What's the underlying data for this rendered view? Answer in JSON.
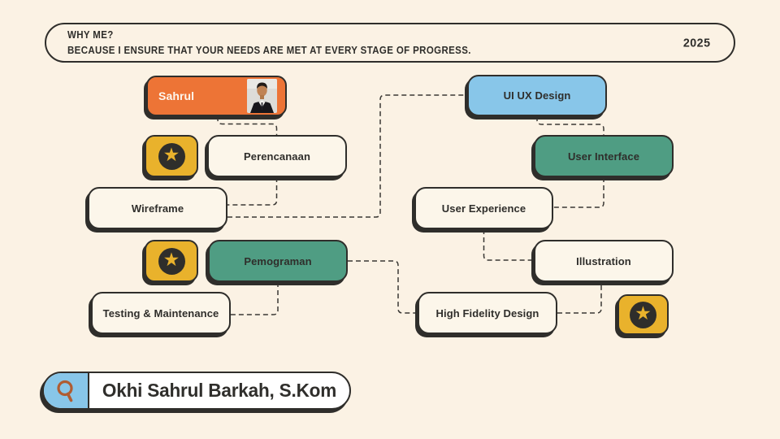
{
  "header": {
    "title_line1": "WHY ME?",
    "title_line2": "BECAUSE I ENSURE THAT YOUR NEEDS ARE MET AT EVERY STAGE OF PROGRESS.",
    "year": "2025"
  },
  "nodes": {
    "sahrul": "Sahrul",
    "perencanaan": "Perencanaan",
    "wireframe": "Wireframe",
    "ui_ux_design": "UI UX Design",
    "user_interface": "User Interface",
    "user_experience": "User Experience",
    "pemograman": "Pemograman",
    "illustration": "Illustration",
    "testing_maintenance": "Testing & Maintenance",
    "high_fidelity_design": "High Fidelity Design"
  },
  "footer": {
    "name": "Okhi Sahrul Barkah, S.Kom"
  },
  "icons": {
    "star": "★",
    "search": "search-icon"
  },
  "colors": {
    "background": "#fbf2e4",
    "ink": "#2f2e2b",
    "orange": "#ed7436",
    "yellow": "#e9b22c",
    "green": "#4f9d83",
    "blue": "#88c6e9",
    "cream_box": "#fcf6ea",
    "search_icon_stroke": "#b05c32"
  }
}
